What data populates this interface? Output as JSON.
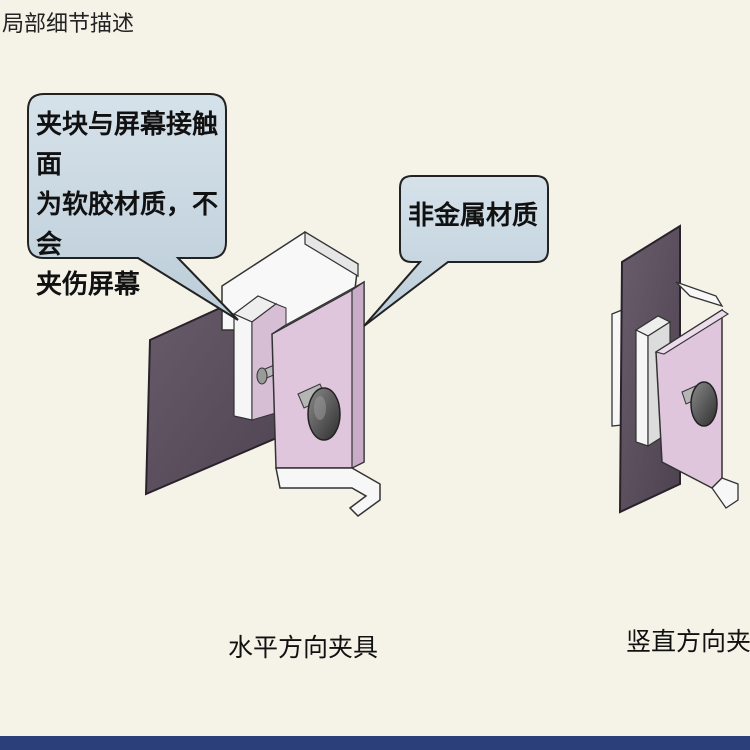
{
  "header": {
    "title": "局部细节描述"
  },
  "callouts": [
    {
      "text": "夹块与屏幕接触面\n为软胶材质，不会\n夹伤屏幕"
    },
    {
      "text": "非金属材质"
    }
  ],
  "captions": {
    "horizontal": "水平方向夹具",
    "vertical": "竖直方向夹具"
  },
  "colors": {
    "background": "#f5f3e8",
    "screen_panel": "#5e5160",
    "clamp_pink": "#dfc6dd",
    "callout_fill": "#c9d8e2",
    "bottom_bar": "#2b3f7a"
  }
}
